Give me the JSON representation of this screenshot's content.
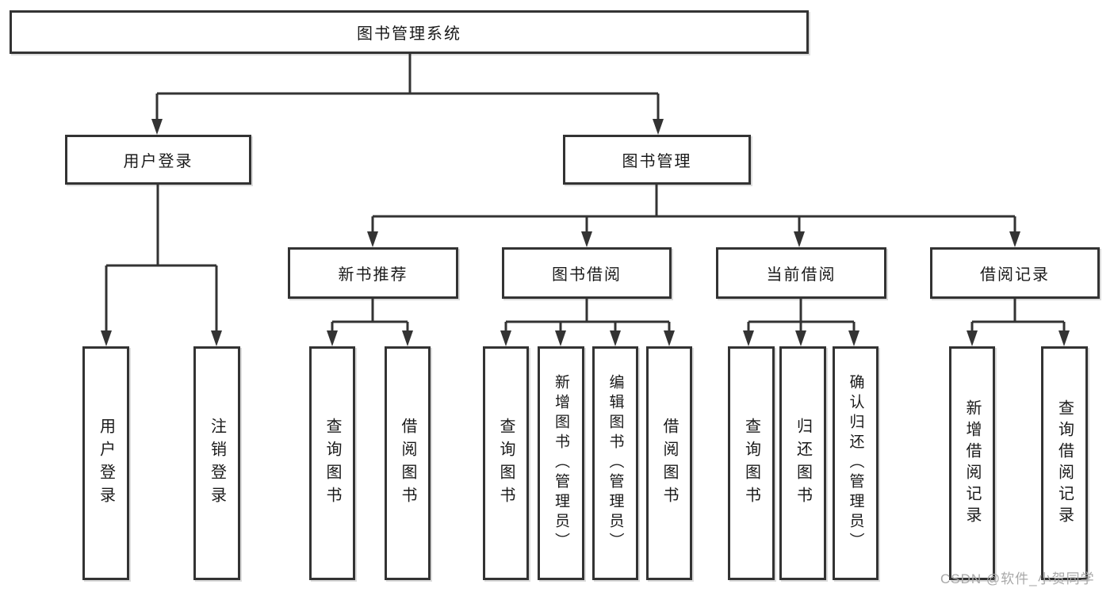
{
  "diagram_type": "hierarchy-structure-diagram",
  "nodes": {
    "root": "图书管理系统",
    "userLogin": "用户登录",
    "bookManagement": "图书管理",
    "newBookRecommend": "新书推荐",
    "bookBorrow": "图书借阅",
    "currentBorrow": "当前借阅",
    "borrowRecords": "借阅记录",
    "leafUserLogin": "用户登录",
    "leafLogout": "注销登录",
    "leafQueryBookRec": "查询图书",
    "leafBorrowBookRec": "借阅图书",
    "leafQueryBookBorrow": "查询图书",
    "leafAddBookAdmin": "新增图书（管理员）",
    "leafEditBookAdmin": "编辑图书（管理员）",
    "leafBorrowBookBorrow": "借阅图书",
    "leafQueryBookCurrent": "查询图书",
    "leafReturnBook": "归还图书",
    "leafConfirmReturnAdmin": "确认归还（管理员）",
    "leafAddBorrowRecord": "新增借阅记录",
    "leafQueryBorrowRecord": "查询借阅记录"
  },
  "watermark": "CSDN @软件_小贺同学",
  "colors": {
    "line": "#333333",
    "text": "#1a1a1a",
    "watermark": "#a8a8a8",
    "background": "#ffffff"
  }
}
